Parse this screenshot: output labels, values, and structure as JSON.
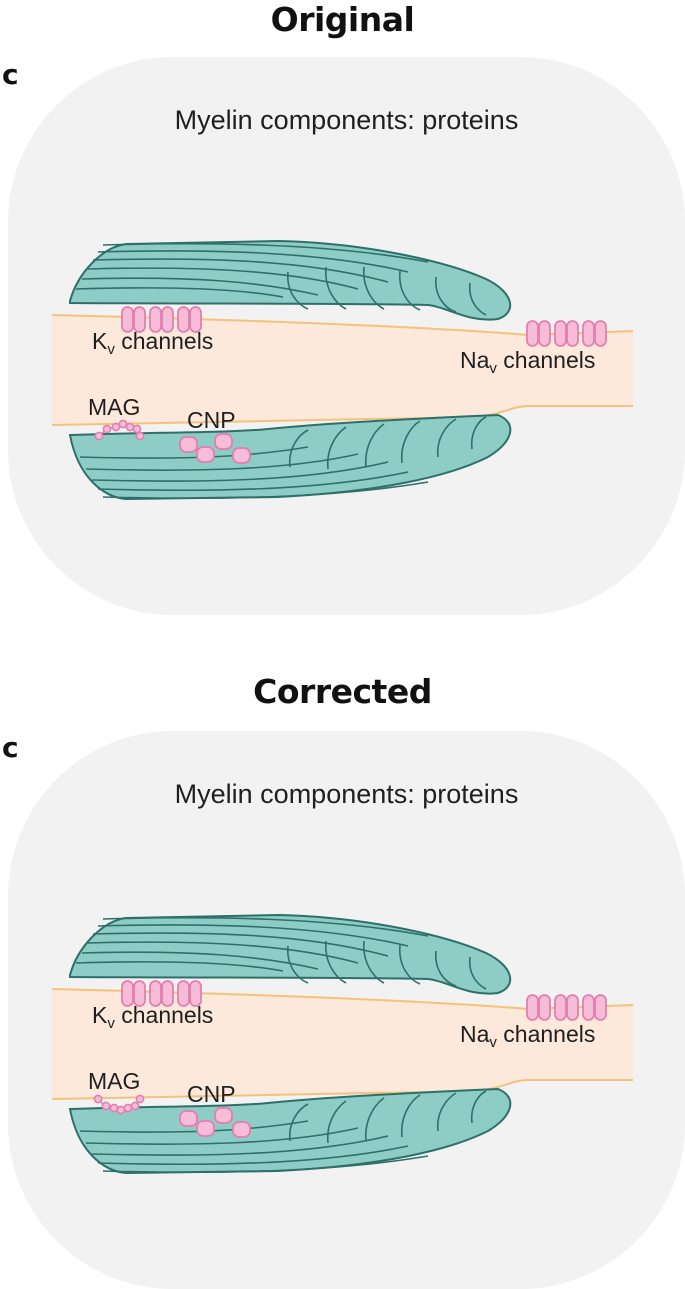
{
  "headings": {
    "original": "Original",
    "corrected": "Corrected"
  },
  "panels": [
    {
      "letter": "c",
      "title": "Myelin components: proteins",
      "labels": {
        "kv_main": "K",
        "kv_sub": "v",
        "kv_rest": " channels",
        "nav_main": "Na",
        "nav_sub": "v",
        "nav_rest": " channels",
        "mag": "MAG",
        "cnp": "CNP"
      }
    },
    {
      "letter": "c",
      "title": "Myelin components: proteins",
      "labels": {
        "kv_main": "K",
        "kv_sub": "v",
        "kv_rest": " channels",
        "nav_main": "Na",
        "nav_sub": "v",
        "nav_rest": " channels",
        "mag": "MAG",
        "cnp": "CNP"
      }
    }
  ],
  "colors": {
    "panel_bg": "#f2f2f2",
    "myelin_fill": "#8ecdc6",
    "myelin_stroke": "#2f6f6a",
    "axon_fill": "#fde8dc",
    "axon_edge": "#f4c27a",
    "protein_fill": "#f6bcd8",
    "protein_stroke": "#e27fb0"
  }
}
